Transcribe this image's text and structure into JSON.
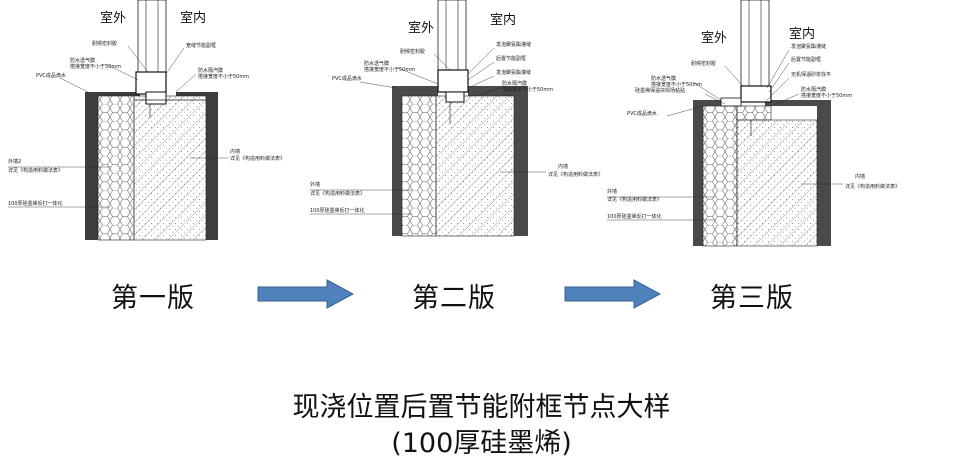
{
  "panels": [
    {
      "version_label": "第一版",
      "outdoor": "室外",
      "indoor": "室内",
      "notes": [
        "耐候密封胶",
        "宽缝节能副框",
        "防水透气膜",
        "搭接宽度不小于50mm",
        "PVC成品滴水",
        "防水隔汽膜",
        "搭接宽度不小于50mm",
        "内墙",
        "详见《构造用料做法表》",
        "外墙2",
        "详见《构造用料做法表》",
        "100厚硅墨烯反打一体化"
      ]
    },
    {
      "version_label": "第二版",
      "outdoor": "室外",
      "indoor": "室内",
      "notes": [
        "耐候密封胶",
        "发泡聚氨酯灌缝",
        "后置节能副框",
        "防水透气膜",
        "搭接宽度不小于50mm",
        "发泡聚氨酯灌缝",
        "PVC成品滴水",
        "防水隔汽膜",
        "搭接宽度不小于50mm",
        "内墙",
        "详见《构造用料做法表》",
        "外墙",
        "详见《构造用料做法表》",
        "100厚硅墨烯反打一体化"
      ]
    },
    {
      "version_label": "第三版",
      "outdoor": "室外",
      "indoor": "室内",
      "notes": [
        "发泡聚氨酯灌缝",
        "耐候密封胶",
        "后置节能副框",
        "防水透气膜",
        "无机保温砂浆找平",
        "搭接宽度不小于50mm",
        "硅墨烯保温块现场粘贴",
        "防水隔汽膜",
        "搭接宽度不小于50mm",
        "PVC成品滴水",
        "内墙",
        "详见《构造用料做法表》",
        "外墙",
        "详见《构造用料做法表》",
        "100厚硅墨烯反打一体化"
      ]
    }
  ],
  "caption": {
    "line1": "现浇位置后置节能附框节点大样",
    "line2": "(100厚硅墨烯)"
  },
  "colors": {
    "arrow_fill": "#4f81bd",
    "arrow_stroke": "#3a6190",
    "wall_dark": "#3d3d3d"
  }
}
